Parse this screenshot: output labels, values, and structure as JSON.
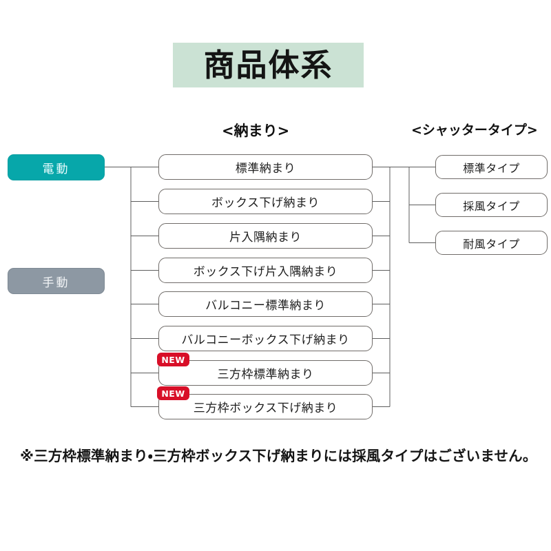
{
  "page": {
    "title": "商品体系",
    "background_color": "#ffffff",
    "title_background_color": "#cbe2d4"
  },
  "headers": {
    "naomari": "<納まり>",
    "shutter_type": "<シャッタータイプ>"
  },
  "roots": [
    {
      "label": "電動",
      "color": "#07a7aa",
      "state": "active"
    },
    {
      "label": "手動",
      "color": "#8d98a3",
      "state": "inactive"
    }
  ],
  "naomari_items": [
    {
      "label": "標準納まり",
      "badge": null
    },
    {
      "label": "ボックス下げ納まり",
      "badge": null
    },
    {
      "label": "片入隅納まり",
      "badge": null
    },
    {
      "label": "ボックス下げ片入隅納まり",
      "badge": null
    },
    {
      "label": "バルコニー標準納まり",
      "badge": null
    },
    {
      "label": "バルコニーボックス下げ納まり",
      "badge": null
    },
    {
      "label": "三方枠標準納まり",
      "badge": "NEW"
    },
    {
      "label": "三方枠ボックス下げ納まり",
      "badge": "NEW"
    }
  ],
  "shutter_types": [
    {
      "label": "標準タイプ"
    },
    {
      "label": "採風タイプ"
    },
    {
      "label": "耐風タイプ"
    }
  ],
  "badge": {
    "text": "NEW",
    "color": "#d80f28"
  },
  "footnote": "※三方枠標準納まり・三方枠ボックス下げ納まりには採風タイプはございません。"
}
